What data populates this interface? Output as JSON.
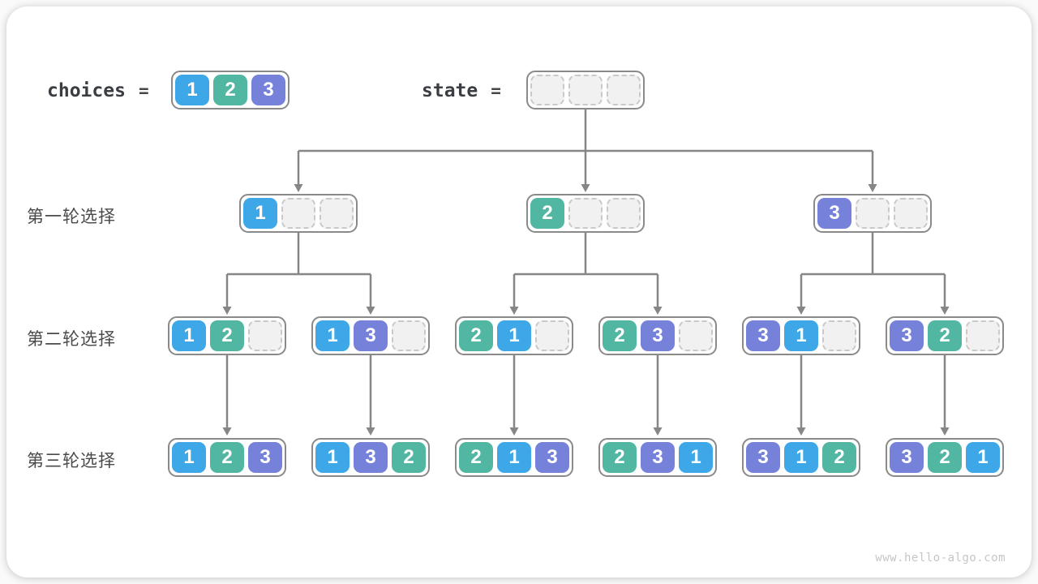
{
  "header": {
    "choices_label": "choices",
    "equals": "=",
    "choices_values": [
      1,
      2,
      3
    ],
    "state_label": "state",
    "state_values": [
      null,
      null,
      null
    ]
  },
  "rows": [
    {
      "label": "第一轮选择",
      "nodes": [
        [
          1,
          null,
          null
        ],
        [
          2,
          null,
          null
        ],
        [
          3,
          null,
          null
        ]
      ]
    },
    {
      "label": "第二轮选择",
      "nodes": [
        [
          1,
          2,
          null
        ],
        [
          1,
          3,
          null
        ],
        [
          2,
          1,
          null
        ],
        [
          2,
          3,
          null
        ],
        [
          3,
          1,
          null
        ],
        [
          3,
          2,
          null
        ]
      ]
    },
    {
      "label": "第三轮选择",
      "nodes": [
        [
          1,
          2,
          3
        ],
        [
          1,
          3,
          2
        ],
        [
          2,
          1,
          3
        ],
        [
          2,
          3,
          1
        ],
        [
          3,
          1,
          2
        ],
        [
          3,
          2,
          1
        ]
      ]
    }
  ],
  "colors": {
    "value_1": "#3da7e7",
    "value_2": "#52b7a2",
    "value_3": "#7682d9",
    "line": "#868686",
    "container_border": "#8a8a8a",
    "empty_slot_bg": "#f1f1f1",
    "empty_slot_border": "#c9c9c9"
  },
  "watermark": "www.hello-algo.com"
}
